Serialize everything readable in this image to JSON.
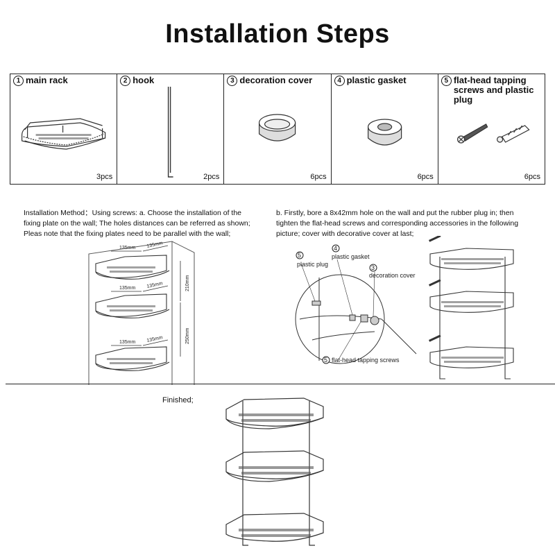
{
  "title": "Installation Steps",
  "parts": [
    {
      "num": "1",
      "label": "main rack",
      "qty": "3pcs",
      "icon": "corner-rack-icon"
    },
    {
      "num": "2",
      "label": "hook",
      "qty": "2pcs",
      "icon": "hook-rod-icon"
    },
    {
      "num": "3",
      "label": "decoration cover",
      "qty": "6pcs",
      "icon": "cover-ring-icon"
    },
    {
      "num": "4",
      "label": "plastic gasket",
      "qty": "6pcs",
      "icon": "gasket-ring-icon"
    },
    {
      "num": "5",
      "label": "flat-head tapping screws and plastic plug",
      "qty": "6pcs",
      "icon": "screw-plug-icon"
    }
  ],
  "method_a": {
    "lines": [
      "Installation Method：Using screws: a. Choose the installation of the",
      "fixing plate on the wall; The holes distances can be referred as shown;",
      "Pleas note that the fixing plates need to be parallel with the wall;"
    ],
    "dims": [
      "135mm",
      "135mm",
      "210mm",
      "250mm"
    ]
  },
  "method_b": {
    "lines": [
      "b. Firstly, bore a 8x42mm hole on the wall and put the rubber plug in; then",
      "tighten the flat-head screws and corresponding accessories in the following",
      "picture; cover with decorative cover at last;"
    ],
    "callouts": [
      {
        "num": "5",
        "label": "plastic plug"
      },
      {
        "num": "4",
        "label": "plastic gasket"
      },
      {
        "num": "3",
        "label": "decoration cover"
      },
      {
        "num": "5",
        "label": "flat-head tapping screws"
      }
    ]
  },
  "finished_label": "Finished;"
}
